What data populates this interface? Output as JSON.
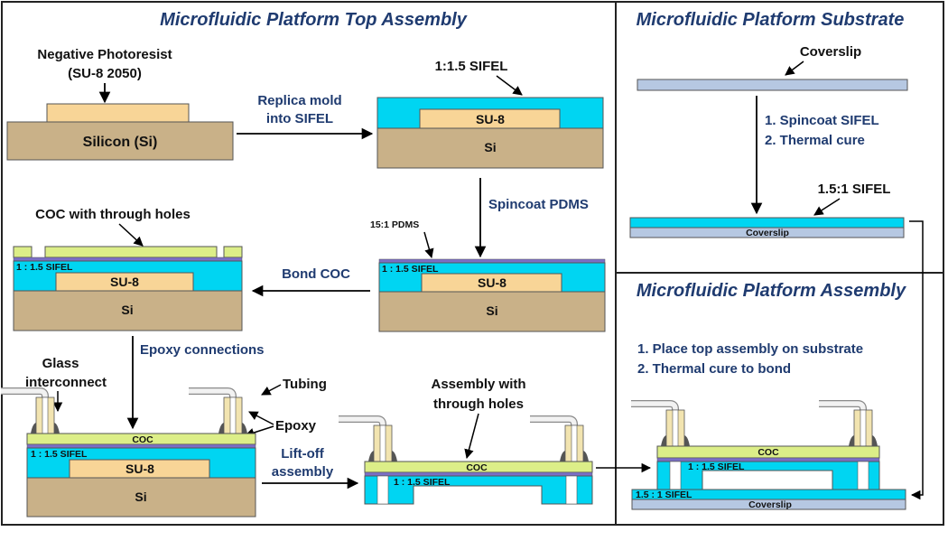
{
  "panels": {
    "top_assembly_title": "Microfluidic Platform Top Assembly",
    "substrate_title": "Microfluidic Platform Substrate",
    "assembly_title": "Microfluidic Platform Assembly"
  },
  "top": {
    "negative_photoresist": "Negative Photoresist",
    "su8_2050": "(SU-8 2050)",
    "silicon": "Silicon (Si)",
    "replica_mold_1": "Replica mold",
    "replica_mold_2": "into SIFEL",
    "sifel_ratio": "1:1.5 SIFEL",
    "su8": "SU-8",
    "si": "Si",
    "spincoat_pdms": "Spincoat PDMS",
    "pdms_ratio": "15:1 PDMS",
    "sifel_small": "1 : 1.5 SIFEL",
    "bond_coc": "Bond COC",
    "coc_holes": "COC with through holes",
    "epoxy_connections": "Epoxy connections",
    "glass_1": "Glass",
    "glass_2": "interconnect",
    "tubing": "Tubing",
    "epoxy": "Epoxy",
    "coc": "COC",
    "liftoff_1": "Lift-off",
    "liftoff_2": "assembly",
    "assembly_holes_1": "Assembly with",
    "assembly_holes_2": "through holes"
  },
  "substrate": {
    "coverslip": "Coverslip",
    "step1": "1. Spincoat SIFEL",
    "step2": "2. Thermal cure",
    "sifel_ratio": "1.5:1 SIFEL",
    "coverslip_small": "Coverslip"
  },
  "assembly": {
    "step1": "1. Place top assembly on substrate",
    "step2": "2. Thermal cure to bond",
    "coc": "COC",
    "sifel_top": "1 : 1.5 SIFEL",
    "sifel_bottom": "1.5 : 1 SIFEL",
    "coverslip": "Coverslip"
  },
  "colors": {
    "silicon": "#c9b188",
    "su8": "#f8d597",
    "sifel": "#00d5f2",
    "pdms": "#7b6fc6",
    "coc": "#dcee88",
    "coverslip": "#b6c8e2",
    "heading": "#1f3b70"
  },
  "icons": [
    "down-arrow-icon",
    "right-arrow-icon",
    "left-arrow-icon",
    "glass-interconnect-icon",
    "tubing-icon",
    "epoxy-bead-icon"
  ]
}
